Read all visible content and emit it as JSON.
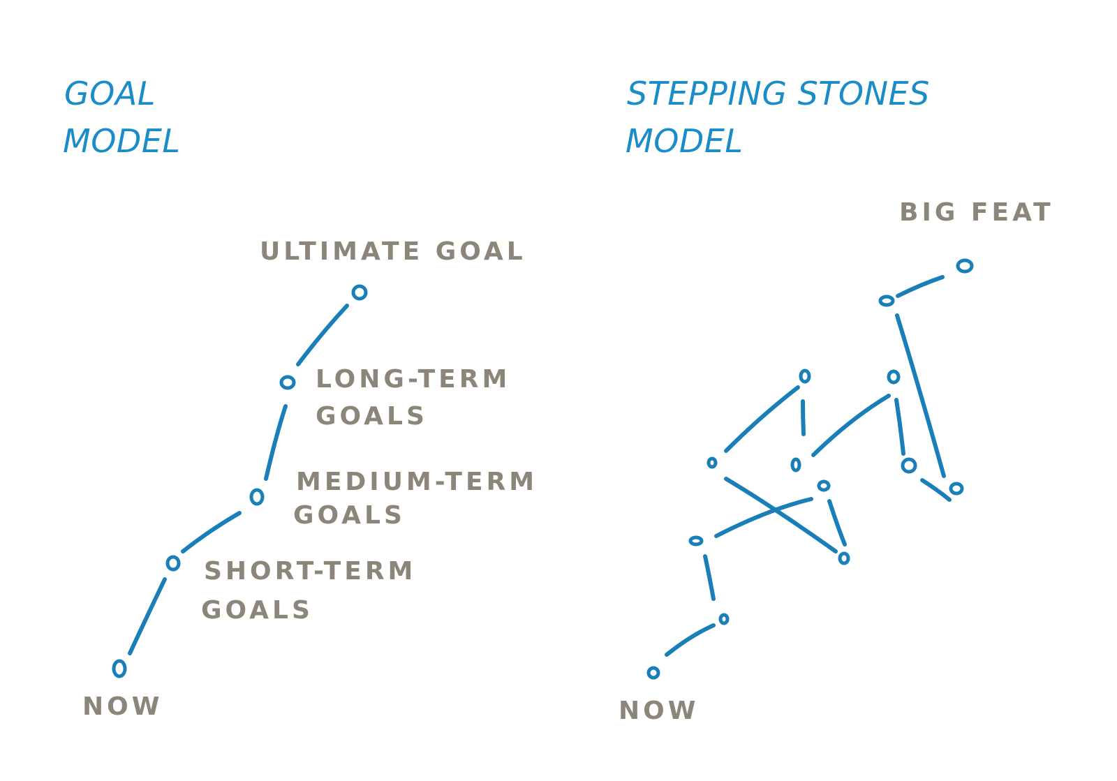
{
  "goal_model": {
    "title_line1": "GOAL",
    "title_line2": "MODEL",
    "labels": {
      "ultimate": "ULTIMATE GOAL",
      "long_line1": "LONG-TERM",
      "long_line2": "GOALS",
      "medium_line1": "MEDIUM-TERM",
      "medium_line2": "GOALS",
      "short_line1": "SHORT-TERM",
      "short_line2": "GOALS",
      "now": "NOW"
    }
  },
  "stepping_stones_model": {
    "title_line1": "STEPPING STONES",
    "title_line2": "MODEL",
    "labels": {
      "big_feat": "BIG FEAT",
      "now": "NOW"
    }
  },
  "colors": {
    "title": "#1a8cc8",
    "label": "#8c857a",
    "line": "#1a7fb8"
  }
}
